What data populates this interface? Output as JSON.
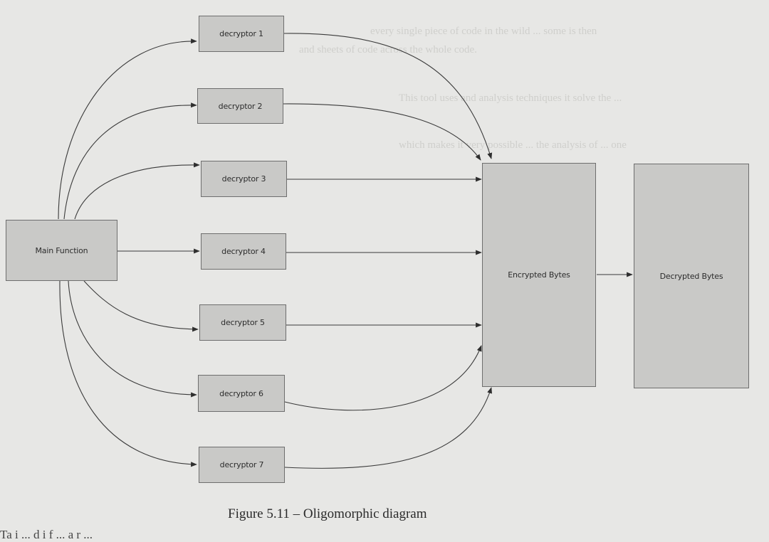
{
  "diagram": {
    "main": "Main Function",
    "decryptors": [
      "decryptor 1",
      "decryptor 2",
      "decryptor 3",
      "decryptor 4",
      "decryptor 5",
      "decryptor 6",
      "decryptor 7"
    ],
    "encrypted": "Encrypted Bytes",
    "decrypted": "Decrypted Bytes"
  },
  "caption": "Figure 5.11 – Oligomorphic diagram",
  "page_fragments": {
    "bottom_cut_text": "Ta i ... d i f ... a r ...",
    "background_bleed": [
      "every single piece of code in the wild ... some is then",
      "and sheets of code across the whole code.",
      "This tool uses and analysis techniques it solve the ...",
      "which makes it very possible ... the analysis of ... one"
    ]
  },
  "colors": {
    "page": "#e7e7e5",
    "box": "#c9c9c7",
    "line": "#3a3a3a"
  }
}
